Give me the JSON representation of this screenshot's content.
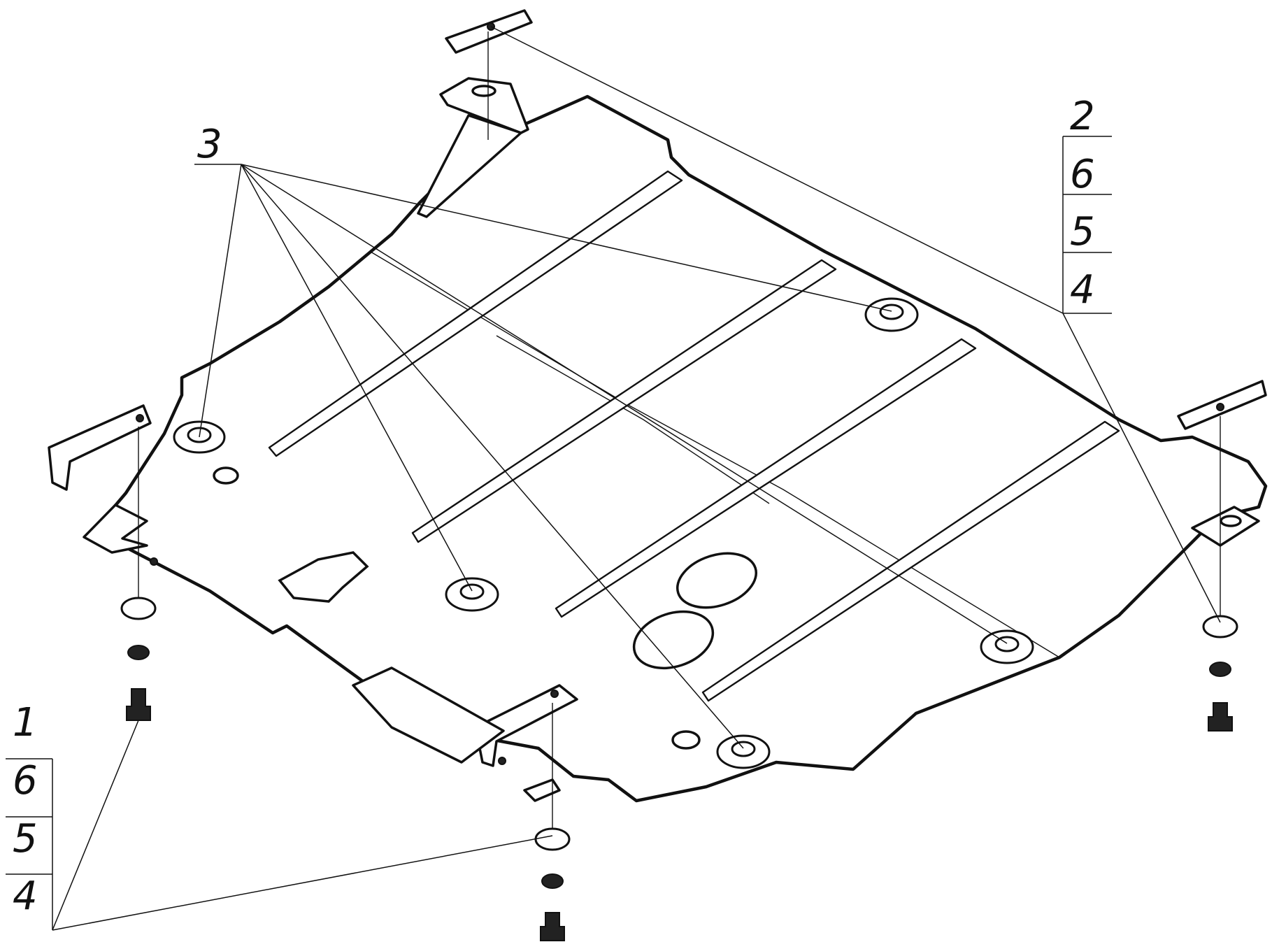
{
  "drawing": {
    "callouts": {
      "group_left": [
        "1",
        "6",
        "5",
        "4"
      ],
      "group_right": [
        "2",
        "6",
        "5",
        "4"
      ],
      "fastener_label": "3"
    }
  },
  "colors": {
    "line": "#111111",
    "background": "#ffffff"
  }
}
